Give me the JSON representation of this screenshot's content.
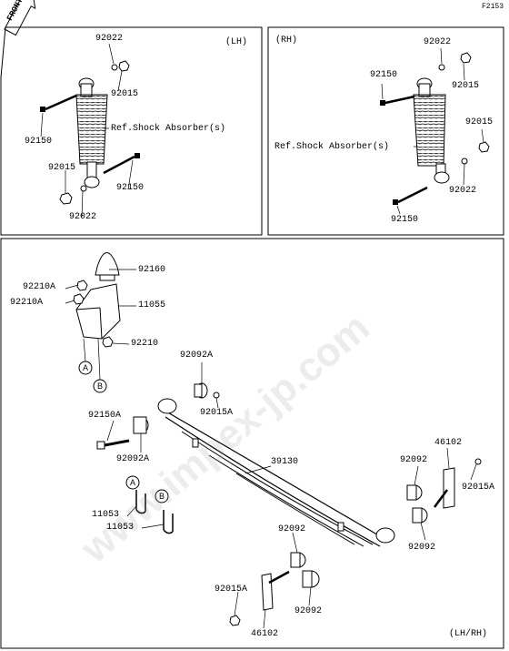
{
  "figure_id": "F2153",
  "front_label": "FRONT",
  "watermark": "www.impex-jp.com",
  "panel_lh": {
    "side": "(LH)",
    "labels": {
      "p92022a": "92022",
      "p92015a": "92015",
      "p92150a": "92150",
      "ref": "Ref.Shock Absorber(s)",
      "p92015b": "92015",
      "p92150b": "92150",
      "p92022b": "92022"
    }
  },
  "panel_rh": {
    "side": "(RH)",
    "labels": {
      "p92022a": "92022",
      "p92150": "92150",
      "p92015a": "92015",
      "p92015b": "92015",
      "ref": "Ref.Shock Absorber(s)",
      "p92022b": "92022",
      "p92150b": "92150"
    }
  },
  "panel_main": {
    "side": "(LH/RH)",
    "labels": {
      "p92160": "92160",
      "p92210a_1": "92210A",
      "p92210a_2": "92210A",
      "p11055": "11055",
      "p92210": "92210",
      "callout_a": "A",
      "callout_b": "B",
      "p92092a_1": "92092A",
      "p92015a_1": "92015A",
      "p92150a": "92150A",
      "p92092a_2": "92092A",
      "p39130": "39130",
      "p46102_1": "46102",
      "p92092_1": "92092",
      "p92015a_2": "92015A",
      "p92092_2": "92092",
      "p11053_1": "11053",
      "p11053_2": "11053",
      "callout_a2": "A",
      "callout_b2": "B",
      "p92092_3": "92092",
      "p92015a_3": "92015A",
      "p92092_4": "92092",
      "p46102_2": "46102"
    }
  }
}
